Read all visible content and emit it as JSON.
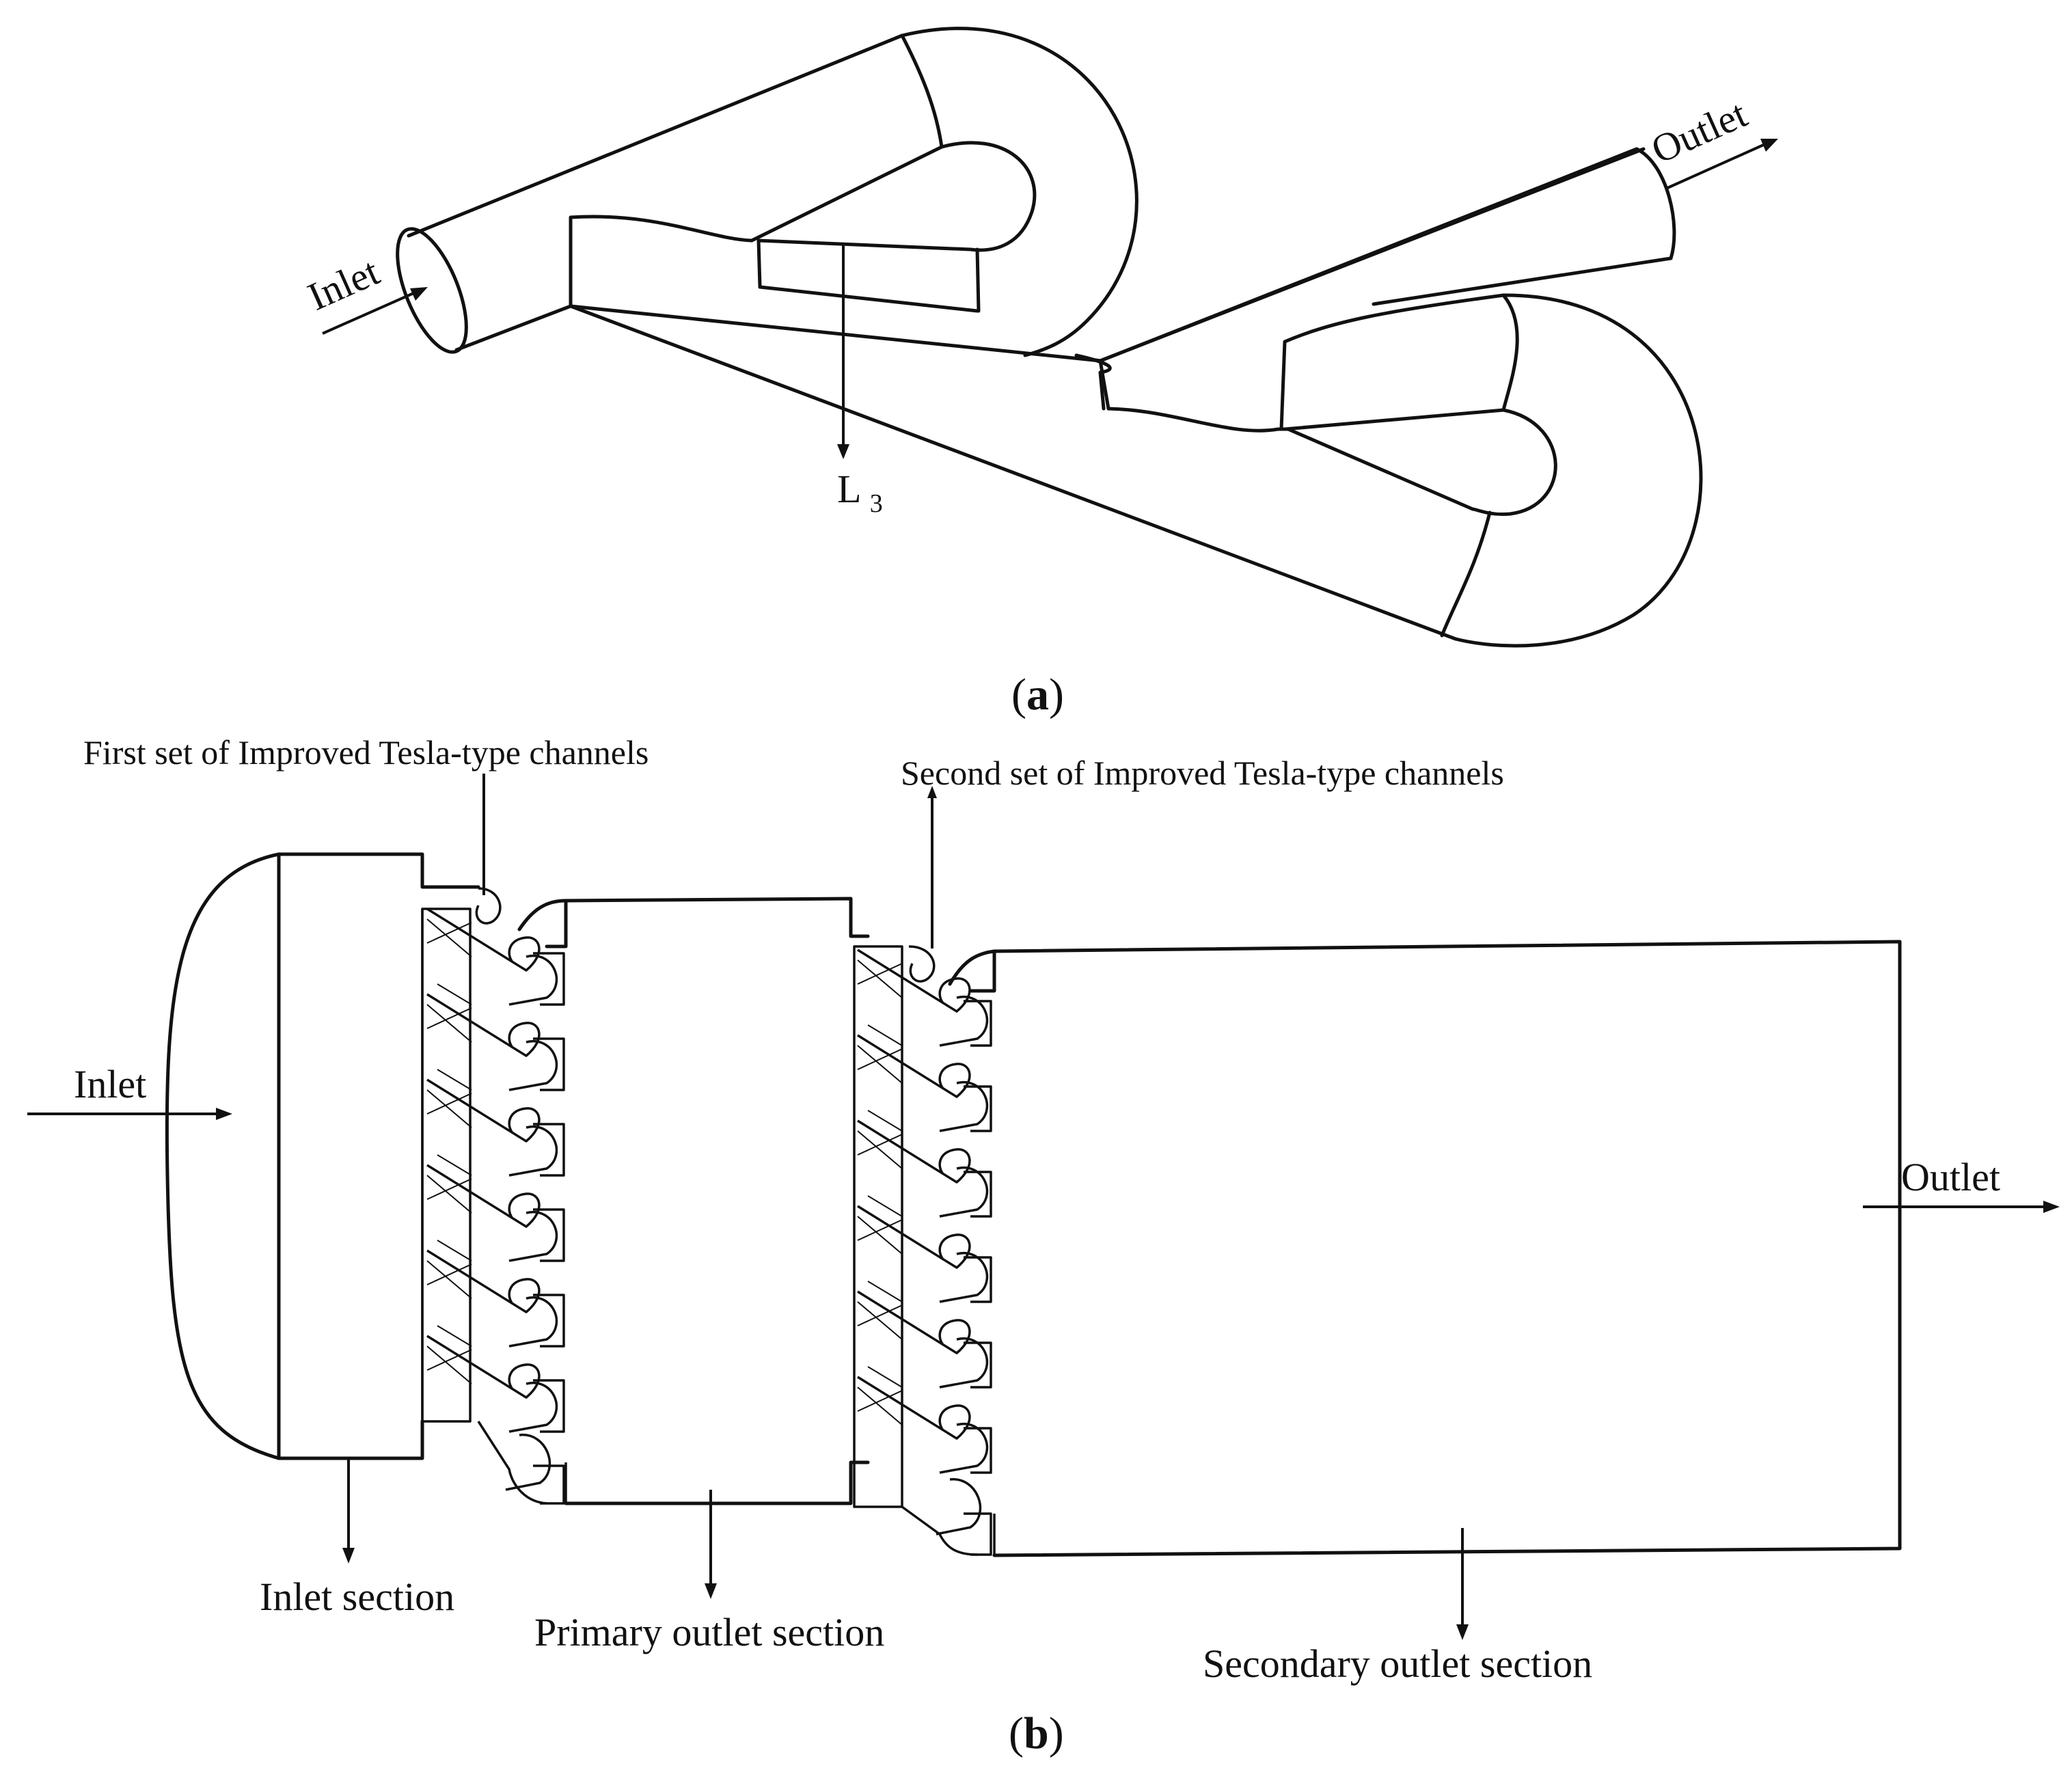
{
  "panel_a": {
    "inlet_label": "Inlet",
    "outlet_label": "Outlet",
    "dimension_main": "L",
    "dimension_sub": "3",
    "caption_open": "(",
    "caption_letter": "a",
    "caption_close": ")"
  },
  "panel_b": {
    "first_set_label": "First set of Improved Tesla-type channels",
    "second_set_label": "Second set of Improved Tesla-type channels",
    "inlet_label": "Inlet",
    "outlet_label": "Outlet",
    "inlet_section_label": "Inlet section",
    "primary_outlet_label": "Primary outlet section",
    "secondary_outlet_label": "Secondary outlet section",
    "caption_open": "(",
    "caption_letter": "b",
    "caption_close": ")"
  },
  "colors": {
    "ink": "#111111",
    "background": "#ffffff"
  }
}
